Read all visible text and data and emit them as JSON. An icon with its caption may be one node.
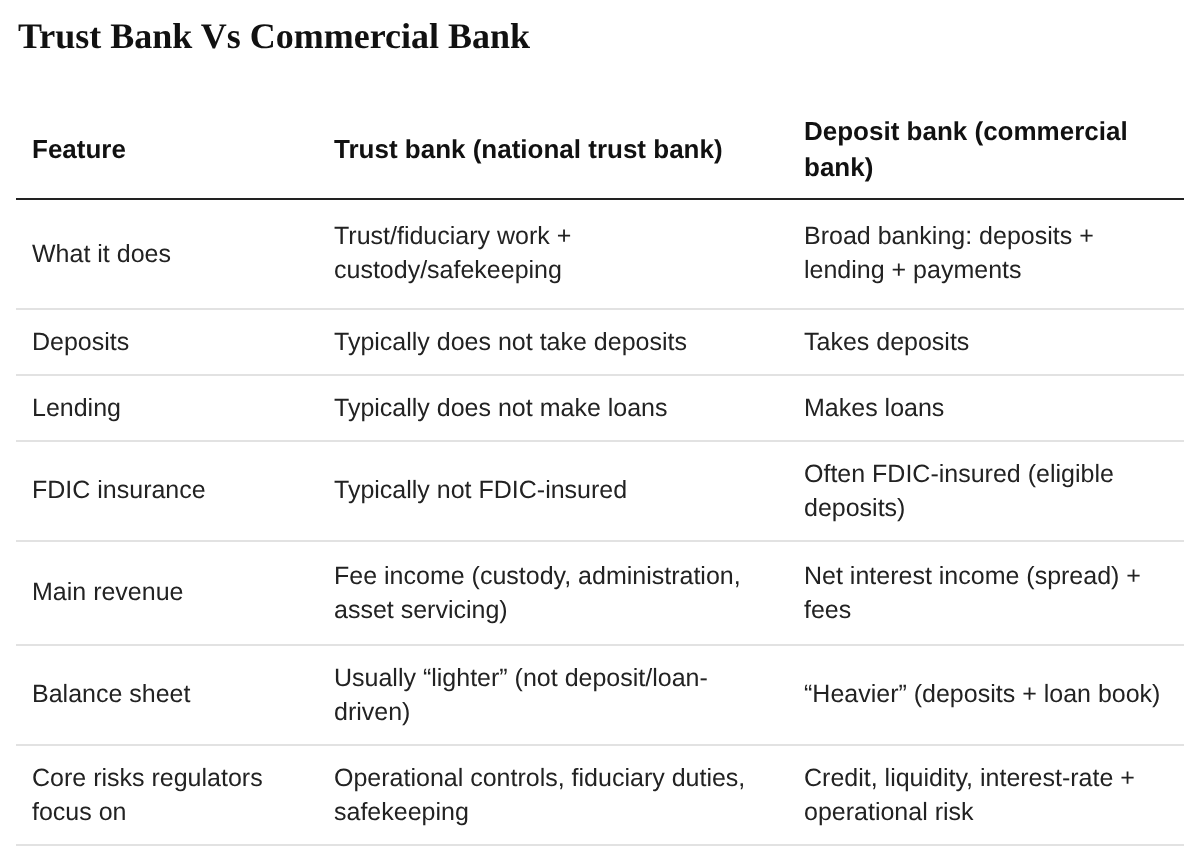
{
  "diagram": {
    "title": "Trust Bank Vs Commercial Bank",
    "labels": [
      "Feature",
      "Trust bank (national trust bank)",
      "Deposit bank (commercial bank)",
      "What it does",
      "Trust/fiduciary work + custody/safekeeping",
      "Broad banking: deposits + lending + payments",
      "Deposits",
      "Typically does not take deposits",
      "Takes deposits",
      "Lending",
      "Typically does not make loans",
      "Makes loans",
      "FDIC insurance",
      "Typically not FDIC-insured",
      "Often FDIC-insured (eligible deposits)",
      "Main revenue",
      "Fee income (custody, administration, asset servicing)",
      "Net interest income (spread) + fees",
      "Balance sheet",
      "Usually “lighter” (not deposit/loan-driven)",
      "“Heavier” (deposits + loan book)",
      "Core risks regulators focus on",
      "Operational controls, fiduciary duties, safekeeping",
      "Credit, liquidity, interest-rate + operational risk"
    ]
  }
}
